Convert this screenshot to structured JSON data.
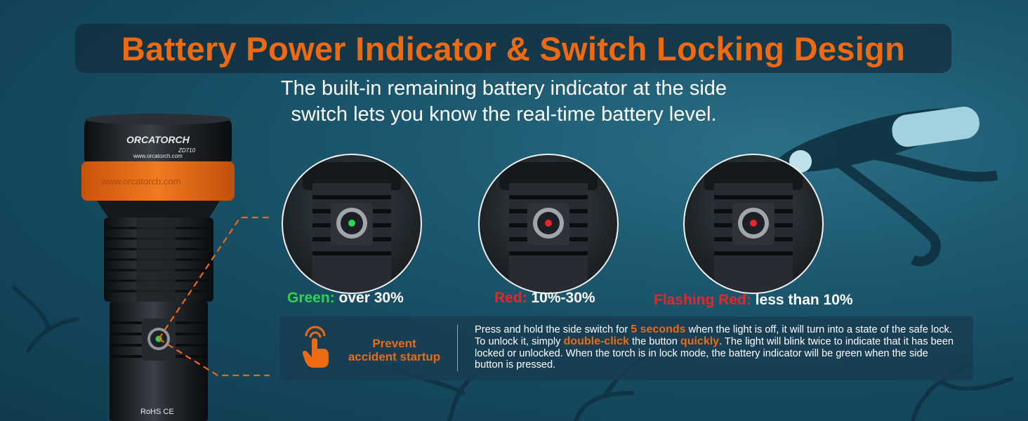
{
  "title": "Battery Power Indicator & Switch Locking Design",
  "subtitle_line1": "The built-in remaining battery indicator at the side",
  "subtitle_line2": "switch lets you know the real-time battery level.",
  "torch": {
    "brand": "ORCATORCH",
    "model": "ZD710",
    "website": "www.orcatorch.com",
    "band_text": "www.orcatorch.com",
    "cert": "RoHS CE"
  },
  "indicators": [
    {
      "state": "Green:",
      "desc": " over 30%",
      "color": "#2ed44f"
    },
    {
      "state": "Red:",
      "desc": " 10%-30%",
      "color": "#e8262a"
    },
    {
      "state": "Flashing Red:",
      "desc": " less than 10%",
      "color": "#e8262a"
    }
  ],
  "info": {
    "heading_line1": "Prevent",
    "heading_line2": "accident startup",
    "t1": "Press and hold the side switch for ",
    "h1": "5 seconds",
    "t2": " when the light is off, it will turn into a state of the safe lock. To unlock it, simply ",
    "h2": "double-click",
    "t3": " the button ",
    "h3": "quickly",
    "t4": ". The light will blink twice to indicate that it has been locked or unlocked. When the torch is in lock mode, the battery indicator will be green when the side button is pressed."
  },
  "colors": {
    "accent": "#ee6a12",
    "green": "#2ed44f",
    "red": "#e8262a"
  }
}
